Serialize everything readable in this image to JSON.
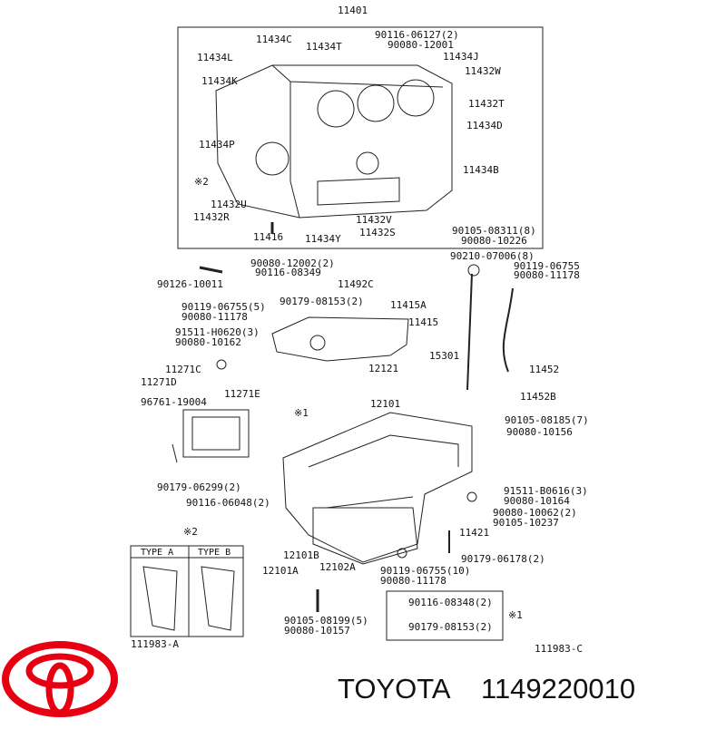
{
  "brand": {
    "name": "TOYOTA",
    "part_number": "1149220010",
    "logo_color": "#e60012",
    "line_color": "#222222"
  },
  "callouts": {
    "c11401": "11401",
    "c11434C": "11434C",
    "c11434T": "11434T",
    "c90116_06127": "90116-06127(2)",
    "c90080_12001": "90080-12001",
    "c11434L": "11434L",
    "c11434J": "11434J",
    "c11432W": "11432W",
    "c11434K": "11434K",
    "c11432T": "11432T",
    "c11434D": "11434D",
    "c11434P": "11434P",
    "c11434B": "11434B",
    "c_note2": "※2",
    "c11432U": "11432U",
    "c11432R": "11432R",
    "c11432V": "11432V",
    "c11416": "11416",
    "c11434Y": "11434Y",
    "c11432S": "11432S",
    "c90105_08311": "90105-08311(8)",
    "c90080_10226": "90080-10226",
    "c90210_07006": "90210-07006(8)",
    "c90080_12002": "90080-12002(2)",
    "c90116_08349": "90116-08349",
    "c11492C": "11492C",
    "c90119_06755a": "90119-06755",
    "c90080_11178a": "90080-11178",
    "c90126_10011": "90126-10011",
    "c90179_08153a": "90179-08153(2)",
    "c90119_06755_5": "90119-06755(5)",
    "c90080_11178b": "90080-11178",
    "c11415A": "11415A",
    "c11415": "11415",
    "c91511_H0620": "91511-H0620(3)",
    "c90080_10162": "90080-10162",
    "c15301": "15301",
    "c12121": "12121",
    "c11452": "11452",
    "c11271C": "11271C",
    "c11271D": "11271D",
    "c11271E": "11271E",
    "c96761_19004": "96761-19004",
    "c11452B": "11452B",
    "c12101": "12101",
    "c_note1a": "※1",
    "c90105_08185": "90105-08185(7)",
    "c90080_10156": "90080-10156",
    "c90179_06299": "90179-06299(2)",
    "c90116_06048": "90116-06048(2)",
    "c91511_B0616": "91511-B0616(3)",
    "c90080_10164": "90080-10164",
    "c90080_10062": "90080-10062(2)",
    "c90105_10237": "90105-10237",
    "c11421": "11421",
    "c_note2b": "※2",
    "c12101B": "12101B",
    "c90179_06178": "90179-06178(2)",
    "c12101A": "12101A",
    "c12102A": "12102A",
    "c90119_06755_10": "90119-06755(10)",
    "c90080_11178c": "90080-11178",
    "c90116_08348": "90116-08348(2)",
    "c90105_08199": "90105-08199(5)",
    "c90080_10157": "90080-10157",
    "c90179_08153b": "90179-08153(2)",
    "c_note1b": "※1",
    "c111983A": "111983-A",
    "c111983C": "111983-C",
    "c_typeA": "TYPE A",
    "c_typeB": "TYPE B"
  }
}
